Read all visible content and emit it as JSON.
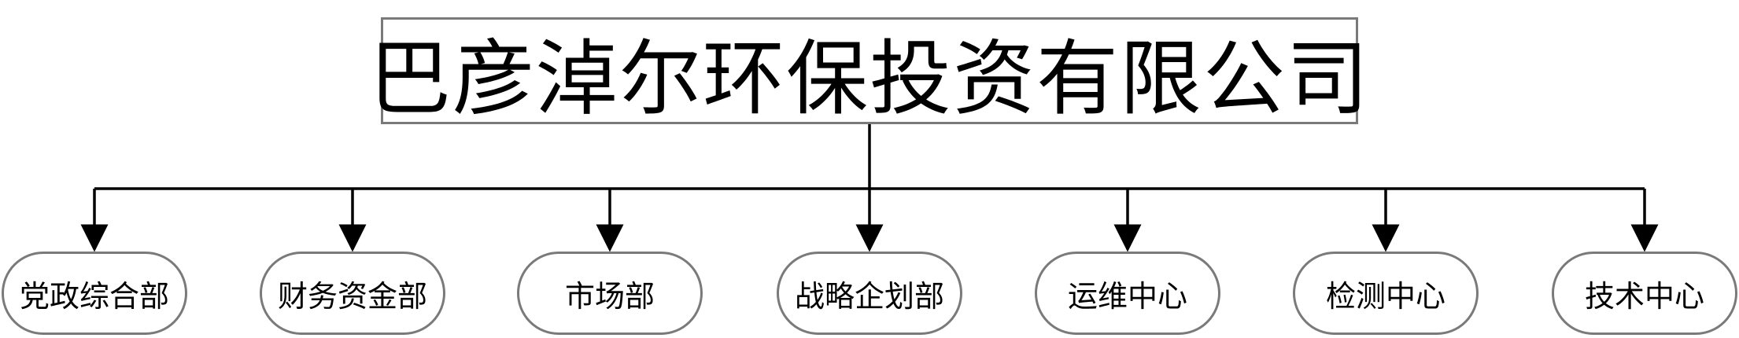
{
  "org": {
    "root": "巴彦淖尔环保投资有限公司",
    "departments": [
      "党政综合部",
      "财务资金部",
      "市场部",
      "战略企划部",
      "运维中心",
      "检测中心",
      "技术中心"
    ]
  },
  "colors": {
    "connector": "#000000",
    "box_border": "#7a7a7a",
    "text": "#000000",
    "background": "#ffffff"
  }
}
